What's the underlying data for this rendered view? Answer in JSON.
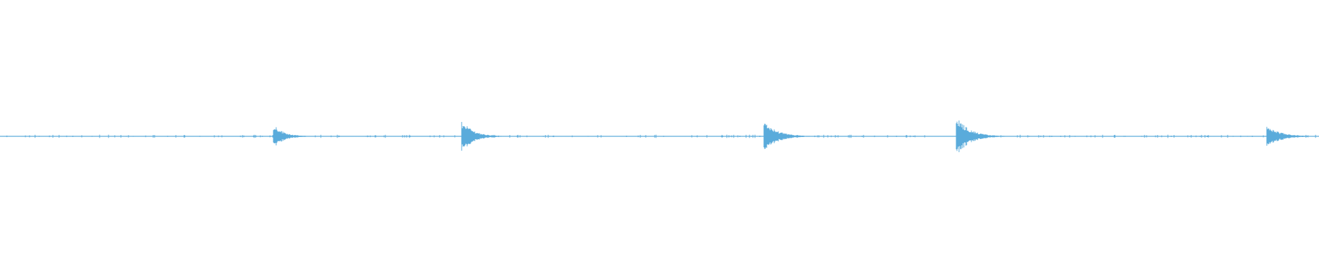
{
  "waveform": {
    "color": "#5aabdb",
    "background": "#ffffff",
    "baseline_amplitude": 0.0,
    "noise_amplitude": 0.012,
    "bursts": [
      {
        "time": 0.209,
        "peak": 0.075,
        "decay": 0.022
      },
      {
        "time": 0.352,
        "peak": 0.105,
        "decay": 0.024
      },
      {
        "time": 0.581,
        "peak": 0.1,
        "decay": 0.028
      },
      {
        "time": 0.727,
        "peak": 0.125,
        "decay": 0.028
      },
      {
        "time": 0.962,
        "peak": 0.07,
        "decay": 0.03
      }
    ]
  }
}
